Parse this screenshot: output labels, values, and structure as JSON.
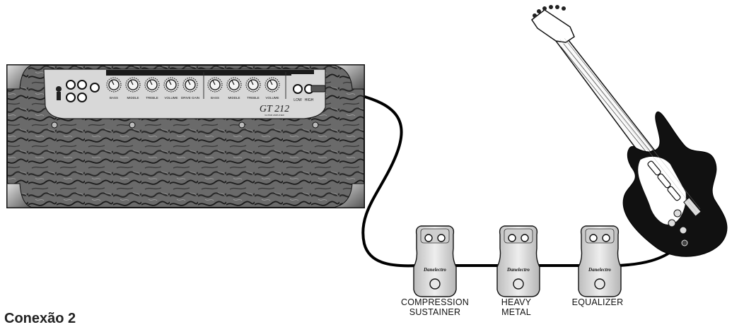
{
  "amp": {
    "model": "GT 212",
    "subtitle": "GUITAR AMPLIFIER",
    "knob_labels": [
      "BASS",
      "MIDDLE",
      "TREBLE",
      "VOLUME",
      "DRIVE GAIN",
      "BASS",
      "MIDDLE",
      "TREBLE",
      "VOLUME"
    ],
    "input_labels": [
      "LOW",
      "HIGH"
    ]
  },
  "pedals": [
    {
      "brand": "Danelectro",
      "line1": "COMPRESSION",
      "line2": "SUSTAINER"
    },
    {
      "brand": "Danelectro",
      "line1": "HEAVY",
      "line2": "METAL"
    },
    {
      "brand": "Danelectro",
      "line1": "EQUALIZER",
      "line2": ""
    }
  ],
  "caption": "Conexão 2",
  "colors": {
    "amp_tolex": "#5a5a5a",
    "guitar_body": "#111111",
    "pedal": "#d9d9d9",
    "cable": "#000000"
  }
}
